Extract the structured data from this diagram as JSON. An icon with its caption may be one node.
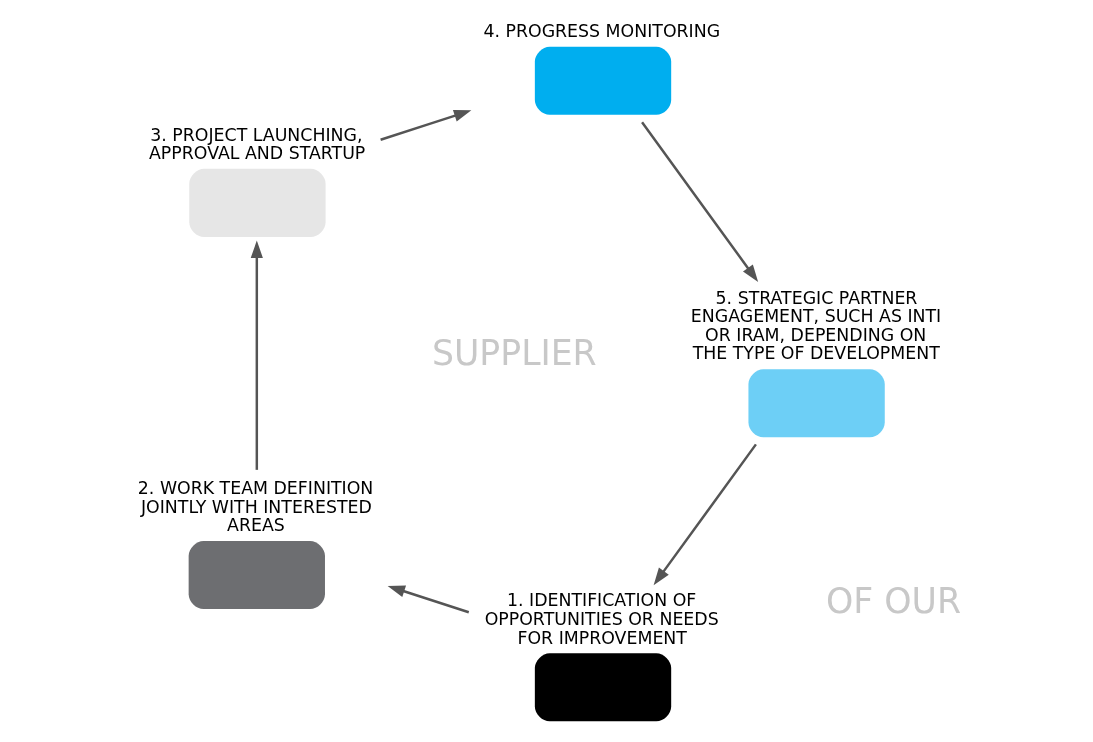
{
  "diagram": {
    "nodes": [
      {
        "text": [],
        "shape": "arrow",
        "beside": [
          "1. IDENTIFICATION OF OPPORTUNITIES OR NEEDS FOR IMPROVEMENT"
        ]
      },
      {
        "text": [],
        "shape": "arrow",
        "beside": [
          "2. WORK TEAM DEFINITION JOINTLY WITH INTERESTED AREAS"
        ]
      },
      {
        "text": [],
        "shape": "arrow",
        "beside": [
          "3. PROJECT LAUNCHING, APPROVAL AND STARTUP"
        ]
      },
      {
        "text": [],
        "shape": "arrow",
        "beside": [
          "4. PROGRESS MONITORING"
        ]
      },
      {
        "text": [],
        "shape": "arrow",
        "beside": [
          "5. STRATEGIC PARTNER ENGAGEMENT, SUCH AS INTI OR IRAM, DEPENDING ON THE TYPE OF DEVELOPMENT"
        ]
      }
    ],
    "edges": [
      {
        "from": 0,
        "to": 1,
        "arrow": "to"
      },
      {
        "from": 1,
        "to": 2,
        "arrow": "to"
      },
      {
        "from": 2,
        "to": 3,
        "arrow": "to"
      },
      {
        "from": 3,
        "to": 4,
        "arrow": "to"
      },
      {
        "from": 4,
        "to": 0,
        "arrow": "to"
      }
    ],
    "labels": [
      "OF OUR",
      "SUPPLIER"
    ]
  }
}
